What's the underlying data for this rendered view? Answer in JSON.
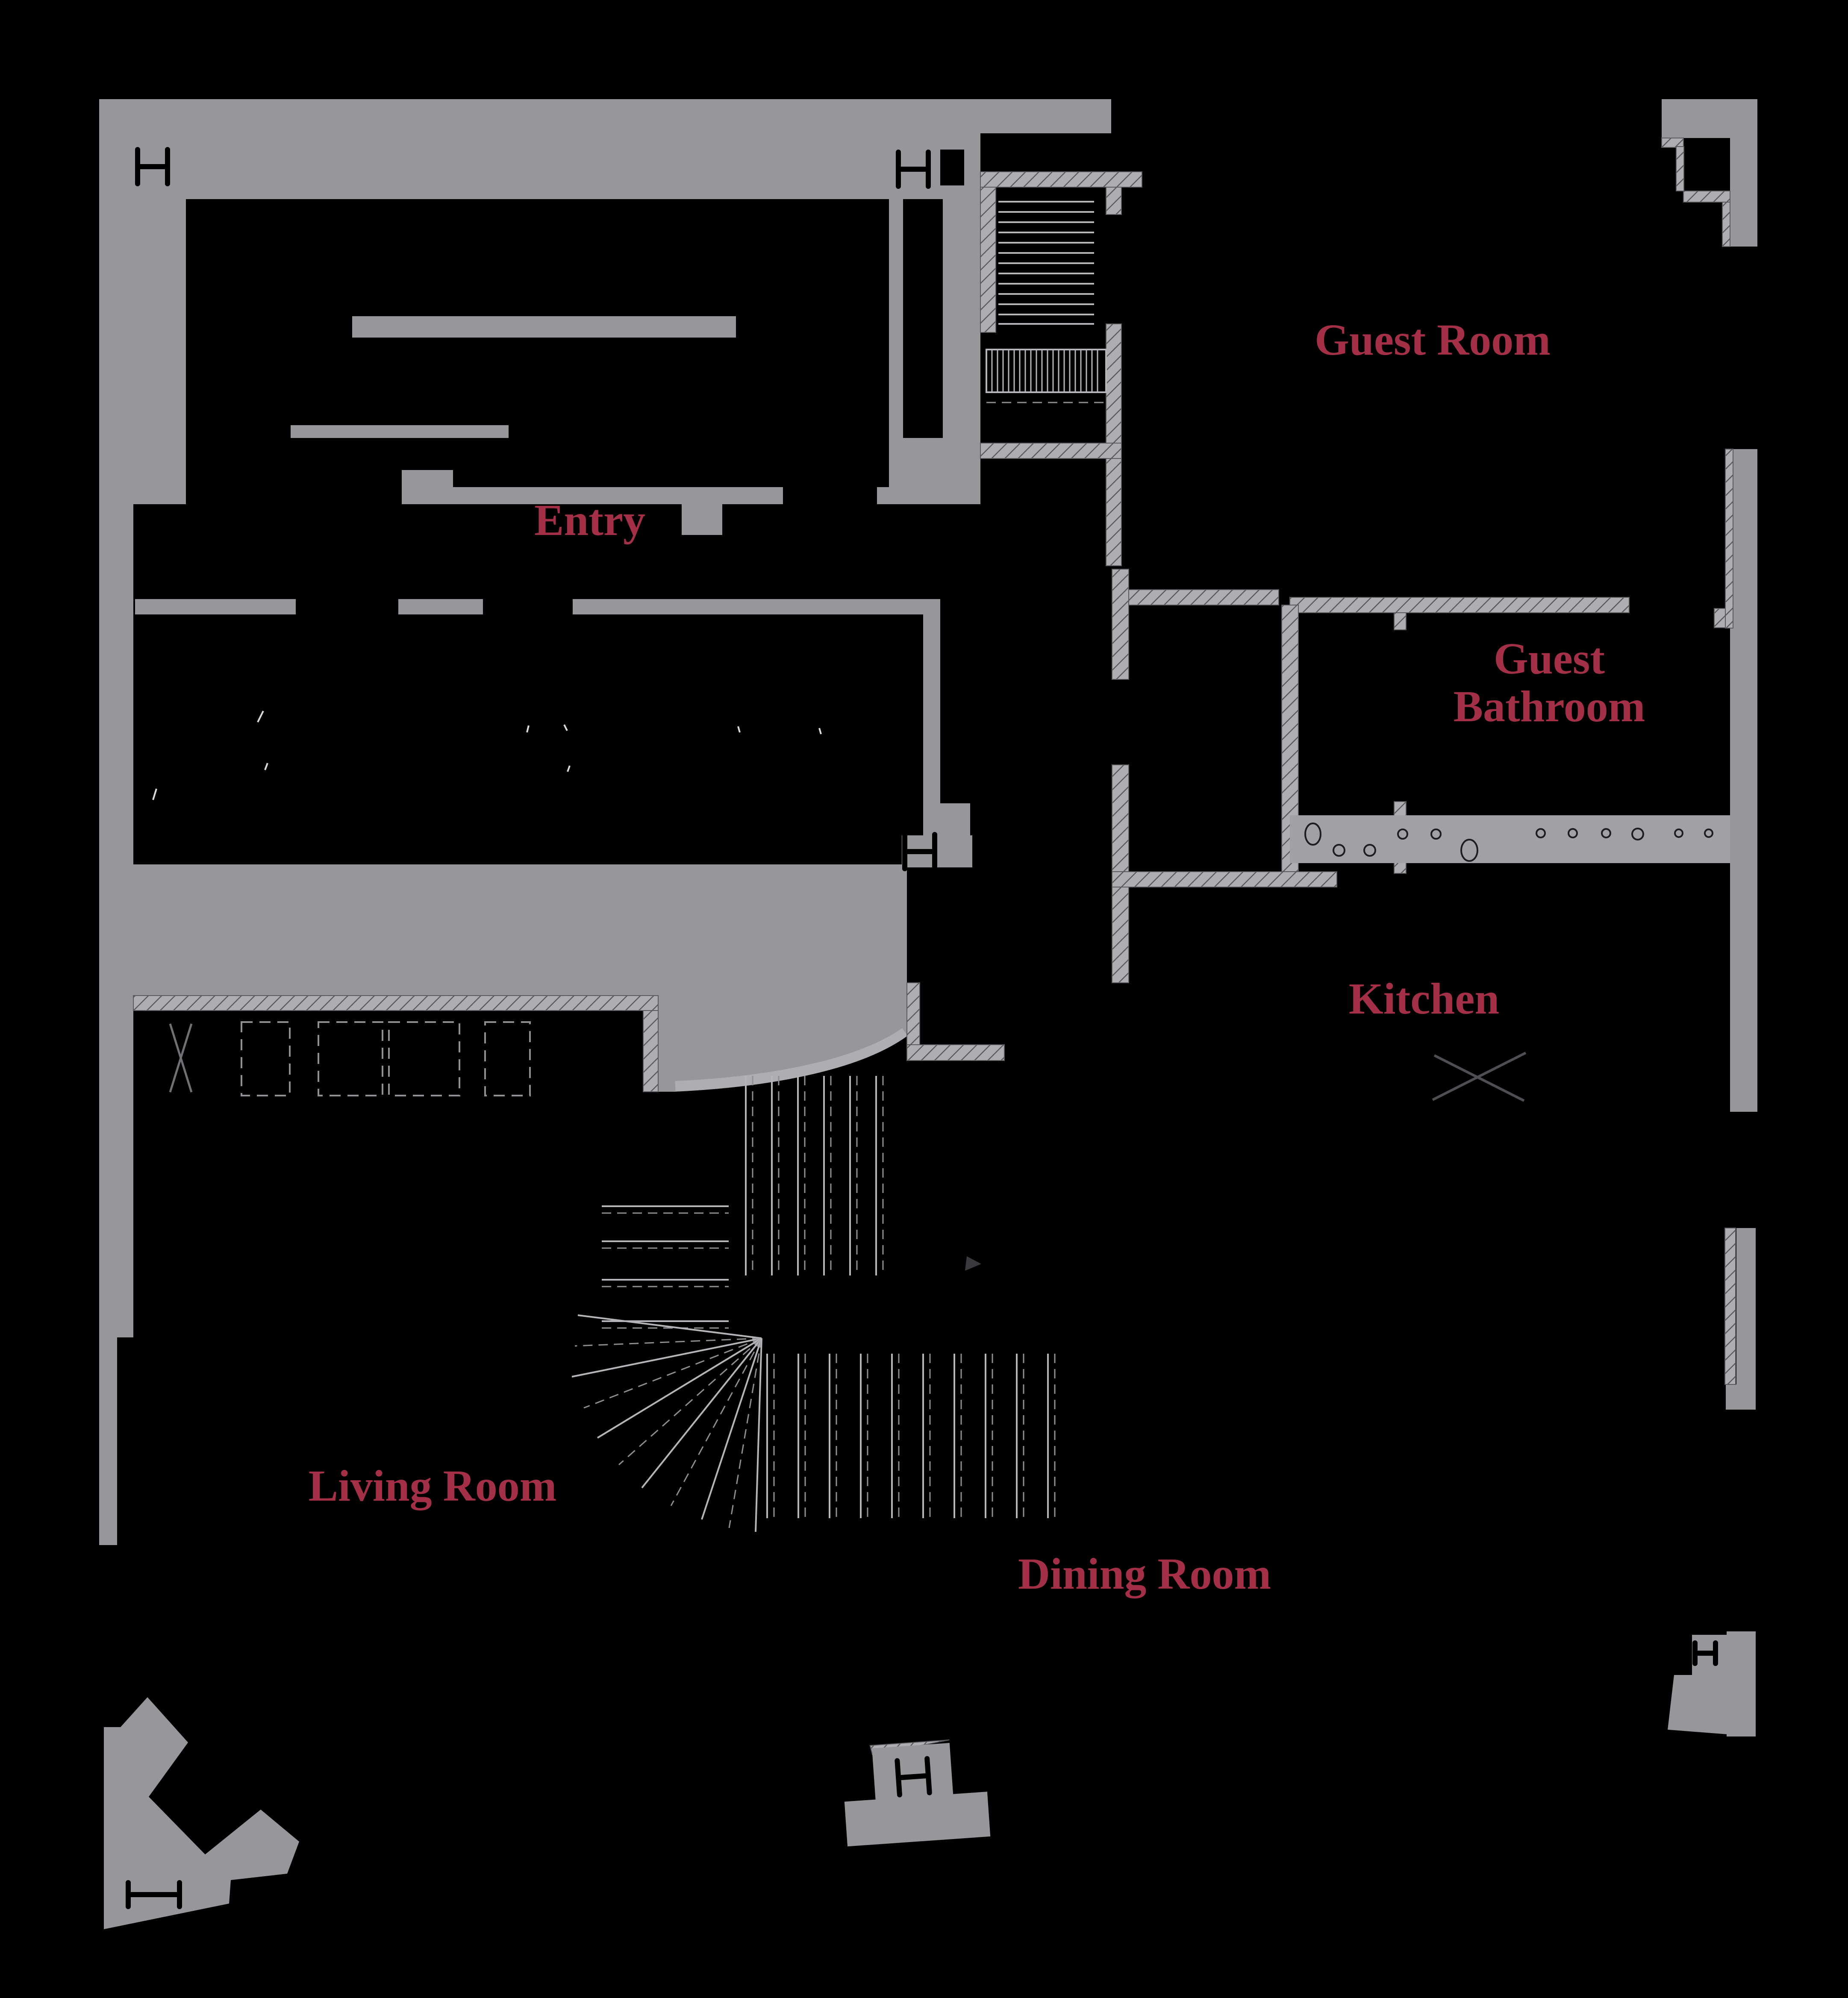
{
  "page": {
    "type": "architectural-floor-plan",
    "background": "#000000"
  },
  "palette": {
    "background": "#000000",
    "wall": "#97979b",
    "vanity": "#a1a1a5",
    "hatch_bg": "#aeaeb2",
    "hatch_line": "#59595e",
    "tread": "#b5b5b9",
    "tread_dash": "#8f8f93",
    "symbol": "#4f4f53",
    "label": "#a33047"
  },
  "labels": {
    "entry": "Entry",
    "guest_room": "Guest Room",
    "guest_bathroom_line1": "Guest",
    "guest_bathroom_line2": "Bathroom",
    "kitchen": "Kitchen",
    "living_room": "Living Room",
    "dining_room": "Dining Room"
  },
  "icons": {
    "beam_marker": "steel-beam-section-H",
    "closet_cross": "crossed-lines-fixture",
    "kitchen_cross": "crossed-lines-fixture",
    "stair_arrow": "direction-arrowhead"
  }
}
